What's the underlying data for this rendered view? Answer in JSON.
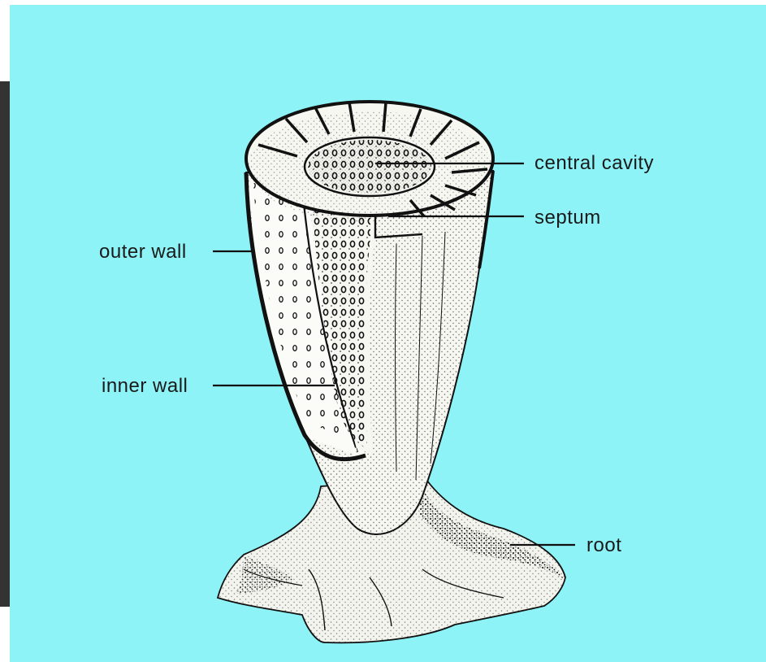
{
  "figure": {
    "background_color": "#8ef3f7",
    "border_color": "#000000"
  },
  "labels": {
    "central_cavity": "central cavity",
    "septum": "septum",
    "outer_wall": "outer wall",
    "inner_wall": "inner wall",
    "root": "root"
  }
}
